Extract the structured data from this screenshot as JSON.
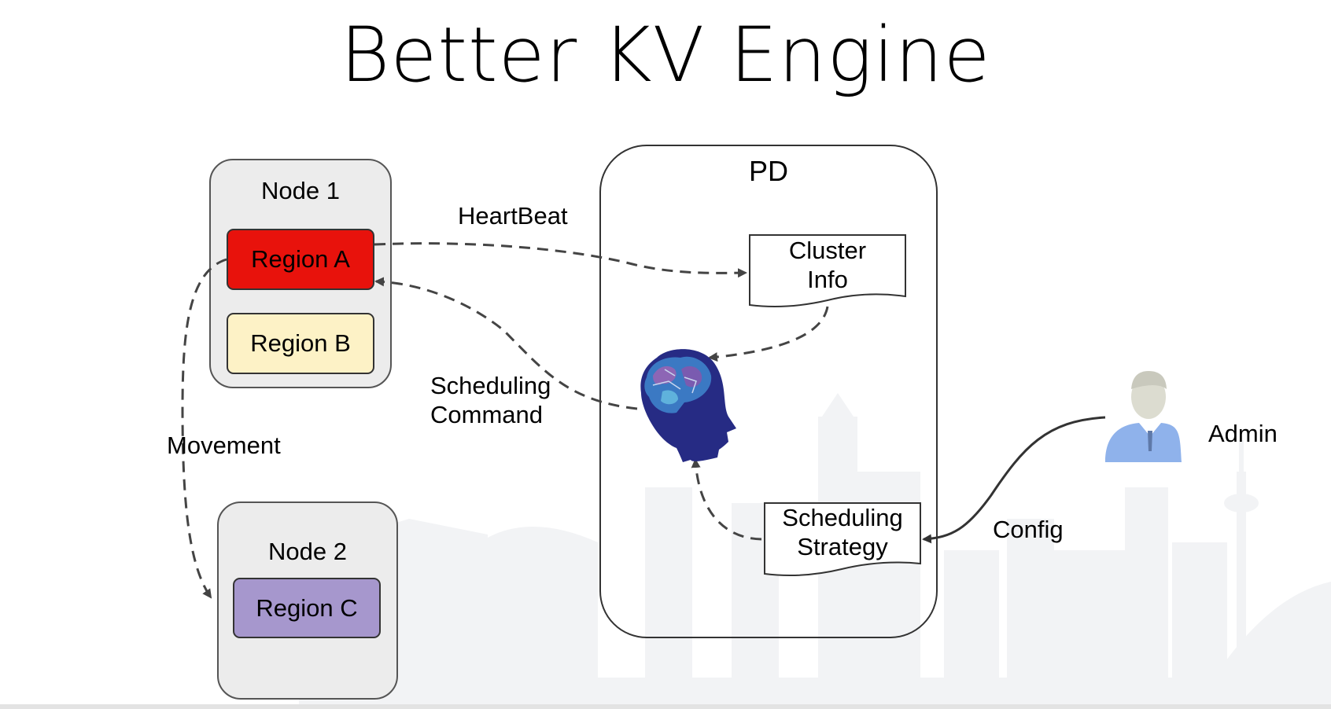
{
  "slide": {
    "title": "Better KV Engine"
  },
  "diagram": {
    "nodes": [
      {
        "label": "Node 1",
        "regions": [
          "Region A",
          "Region B"
        ]
      },
      {
        "label": "Node 2",
        "regions": [
          "Region C"
        ]
      }
    ],
    "pd": {
      "label": "PD",
      "cluster_info": "Cluster\nInfo",
      "scheduling_strategy": "Scheduling\nStrategy",
      "brain_icon": "brain-icon"
    },
    "admin": {
      "label": "Admin",
      "icon": "user-icon"
    },
    "edges": {
      "heartbeat": "HeartBeat",
      "scheduling_command": "Scheduling\nCommand",
      "movement": "Movement",
      "config": "Config"
    },
    "colors": {
      "region_a": "#e8120c",
      "region_b": "#fdf2c6",
      "region_c": "#a697cd",
      "node_bg": "#ececec",
      "brain": "#262b84",
      "admin": "#8fb2eb",
      "skyline": "#f2f3f5"
    }
  }
}
